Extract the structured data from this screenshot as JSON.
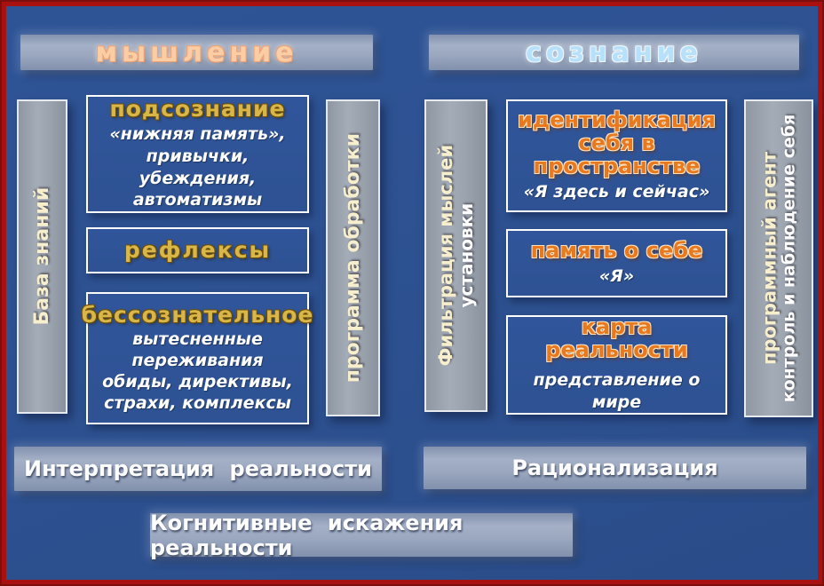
{
  "headers": {
    "thinking": "мышление",
    "consciousness": "сознание"
  },
  "thinking_section": {
    "knowledge_bar": "База знаний",
    "processing_bar": "программа обработки",
    "boxes": [
      {
        "title": "подсознание",
        "subtitle": "«нижняя память»,\nпривычки, убеждения,\nавтоматизмы"
      },
      {
        "title": "рефлексы"
      },
      {
        "title": "бессознательное",
        "subtitle": "вытесненные\nпереживания\nобиды, директивы,\nстрахи, комплексы"
      }
    ],
    "bottom_bar": "Интерпретация реальности"
  },
  "consciousness_section": {
    "filter_bar_line1": "Фильтрация мыслей",
    "filter_bar_line2": "установки",
    "agent_bar_line1": "программный агент",
    "agent_bar_line2": "контроль и наблюдение себя",
    "boxes": [
      {
        "title": "идентификация\nсебя в\nпространстве",
        "subtitle": "«Я здесь и сейчас»"
      },
      {
        "title": "память о себе",
        "subtitle": "«Я»"
      },
      {
        "title": "карта\nреальности",
        "subtitle": "представление о мире"
      }
    ],
    "bottom_bar": "Рационализация"
  },
  "footer_bar": "Когнитивные искажения реальности",
  "colors": {
    "background": "#2d5190",
    "frame_red": "#a91010",
    "frame_dark_red": "#7d0e0e",
    "banner_gray": "#96a3bc",
    "box_fill": "#2f5496",
    "box_border": "#ffffff",
    "gold_title": "#d9b64a",
    "orange_title": "#e8791f",
    "peach_header": "#fbcda5",
    "blue_header": "#b7e1fa",
    "cream_vertical": "#f6eecd",
    "white_text": "#ffffff"
  }
}
